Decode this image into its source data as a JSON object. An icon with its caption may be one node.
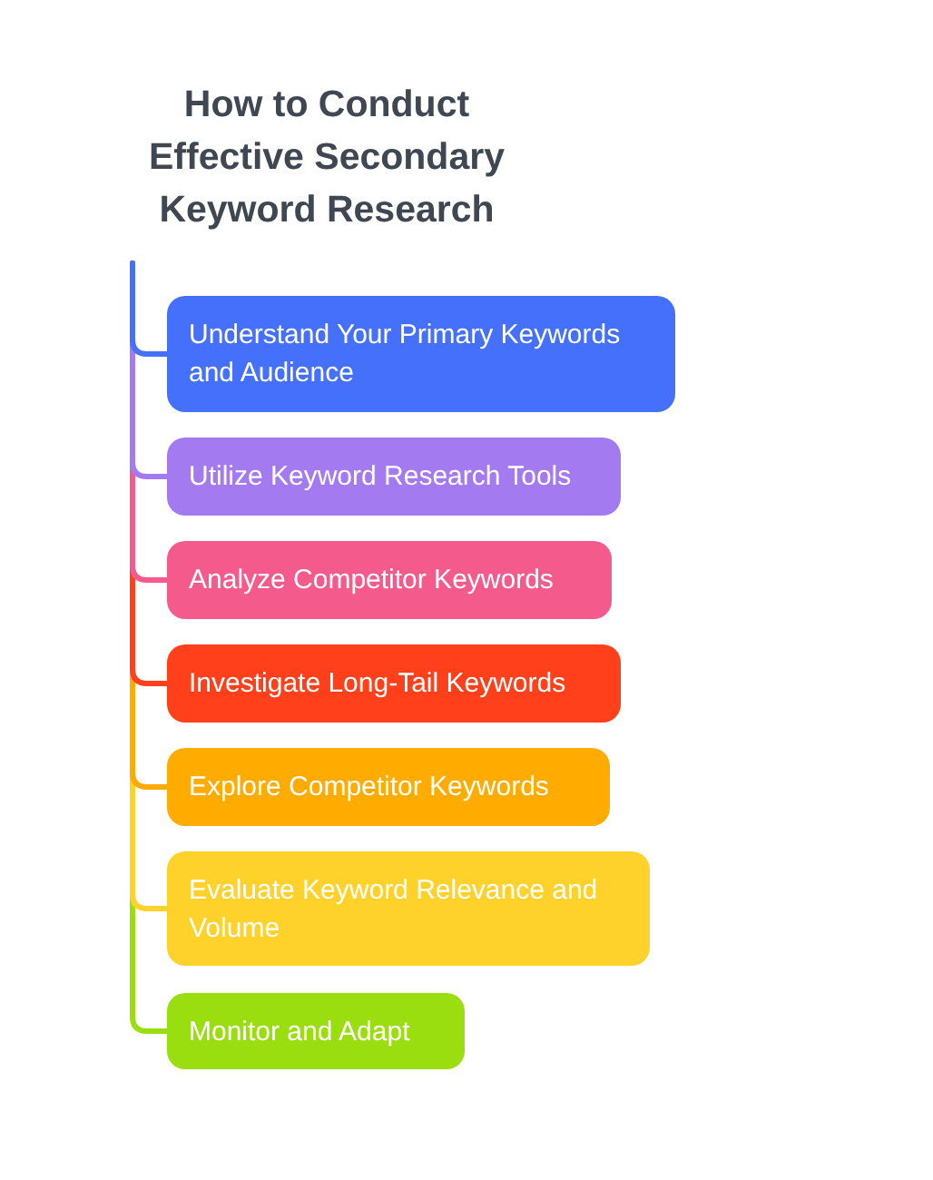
{
  "diagram": {
    "title": "How to Conduct Effective Secondary Keyword Research",
    "nodes": [
      {
        "text": [
          "Understand Your Primary Keywords and Audience"
        ]
      },
      {
        "text": [
          "Utilize Keyword Research Tools"
        ]
      },
      {
        "text": [
          "Analyze Competitor Keywords"
        ]
      },
      {
        "text": [
          "Investigate Long-Tail Keywords"
        ]
      },
      {
        "text": [
          "Explore Competitor Keywords"
        ]
      },
      {
        "text": [
          "Evaluate Keyword Relevance and Volume"
        ]
      },
      {
        "text": [
          "Monitor and Adapt"
        ]
      }
    ],
    "edges": [
      {
        "from": null,
        "to": 0,
        "arrow": "none",
        "color": "#4470fb"
      },
      {
        "from": null,
        "to": 1,
        "arrow": "none",
        "color": "#a47af0"
      },
      {
        "from": null,
        "to": 2,
        "arrow": "none",
        "color": "#f55a8c"
      },
      {
        "from": null,
        "to": 3,
        "arrow": "none",
        "color": "#ff401a"
      },
      {
        "from": null,
        "to": 4,
        "arrow": "none",
        "color": "#ffab00"
      },
      {
        "from": null,
        "to": 5,
        "arrow": "none",
        "color": "#fed22b"
      },
      {
        "from": null,
        "to": 6,
        "arrow": "none",
        "color": "#9ade0f"
      }
    ]
  }
}
